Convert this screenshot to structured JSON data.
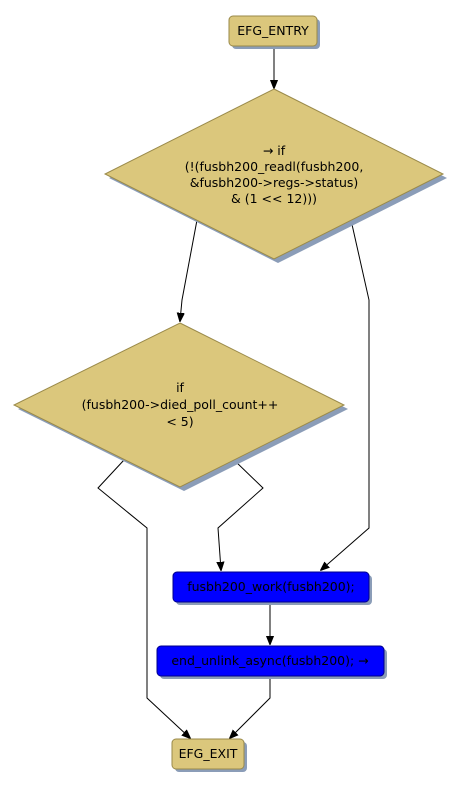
{
  "diagram": {
    "nodes": {
      "entry": {
        "label": "EFG_ENTRY"
      },
      "cond_status": {
        "lines": [
          "→ if",
          "(!(fusbh200_readl(fusbh200,",
          "&fusbh200->regs->status)",
          "& (1 << 12)))"
        ]
      },
      "cond_died": {
        "lines": [
          "if",
          "(fusbh200->died_poll_count++",
          "< 5)"
        ]
      },
      "work": {
        "label": "fusbh200_work(fusbh200);"
      },
      "unlink": {
        "label": "end_unlink_async(fusbh200); →"
      },
      "exit": {
        "label": "EFG_EXIT"
      }
    },
    "colors": {
      "condition_fill": "#dbc77c",
      "condition_stroke": "#9a8a4a",
      "statement_fill": "#0000ff",
      "statement_stroke": "#00008b",
      "shadow": "#8b9db8",
      "edge": "#000000",
      "text": "#000000"
    }
  }
}
